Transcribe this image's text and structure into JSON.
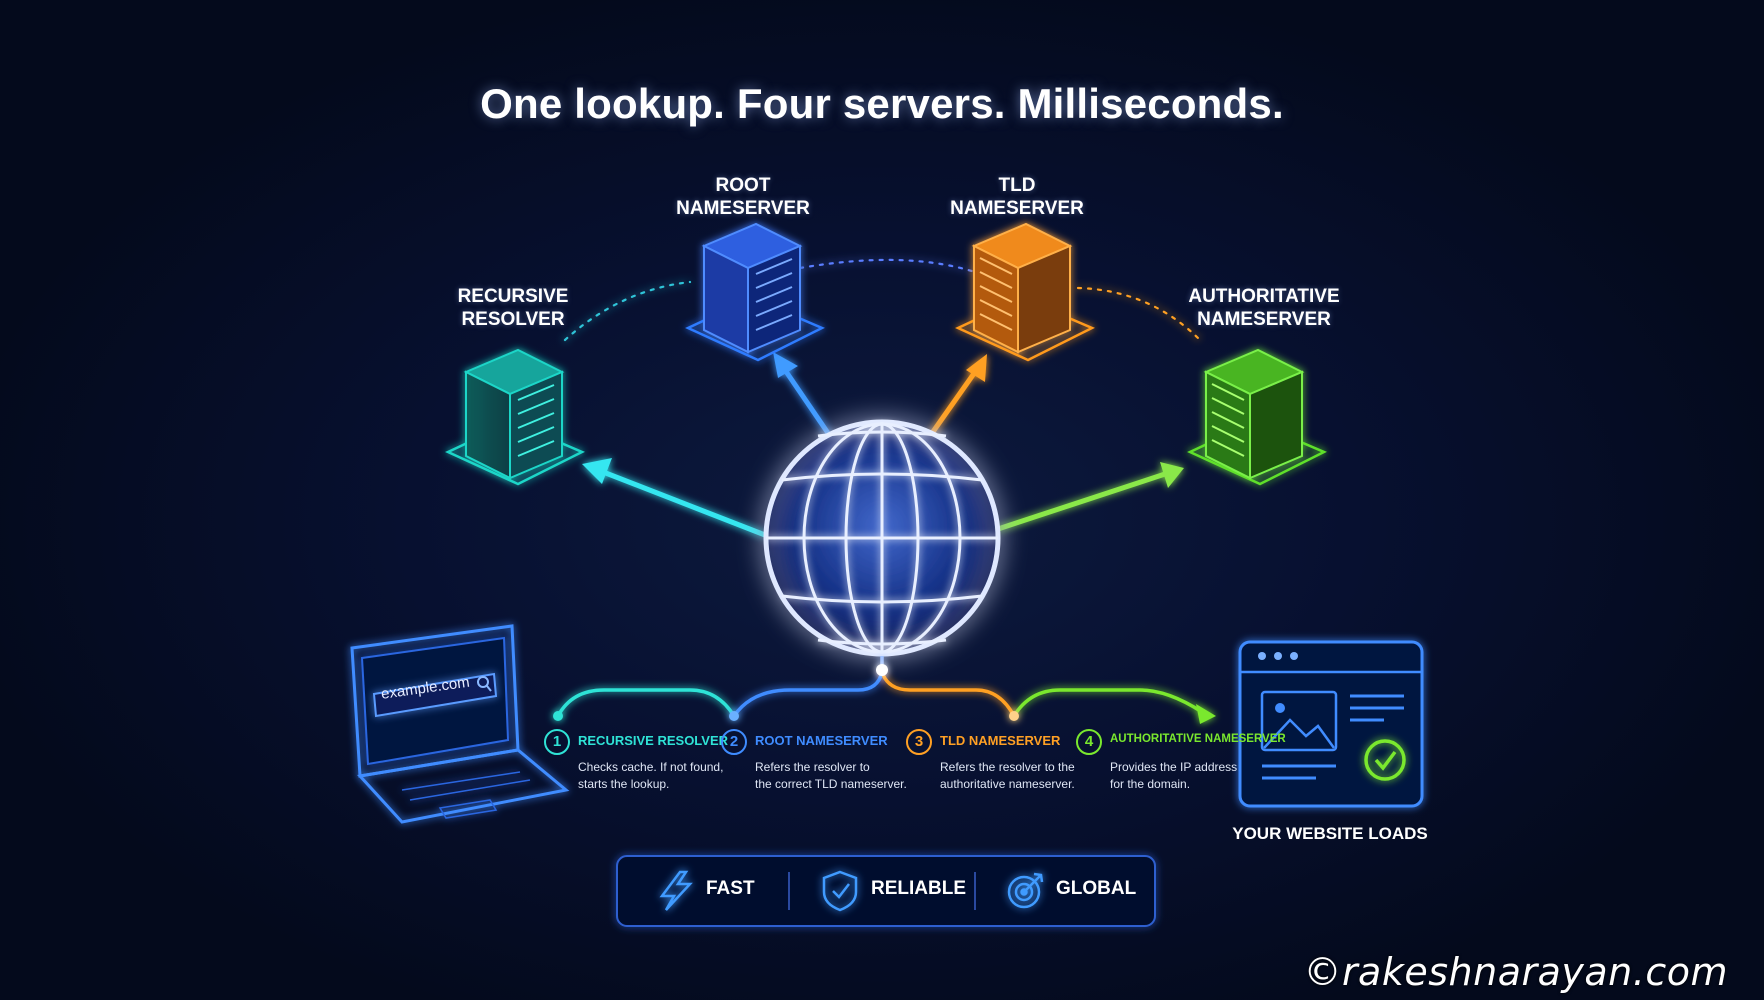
{
  "title": "One lookup. Four servers. Milliseconds.",
  "servers": {
    "recursive": {
      "line1": "RECURSIVE",
      "line2": "RESOLVER",
      "color": "#1fd6c8"
    },
    "root": {
      "line1": "ROOT",
      "line2": "NAMESERVER",
      "color": "#2f7bff"
    },
    "tld": {
      "line1": "TLD",
      "line2": "NAMESERVER",
      "color": "#ff9a1f"
    },
    "authoritative": {
      "line1": "AUTHORITATIVE",
      "line2": "NAMESERVER",
      "color": "#5fe02c"
    }
  },
  "browser_search": {
    "url": "example.com",
    "icon": "search-icon"
  },
  "steps": [
    {
      "number": "1",
      "name": "RECURSIVE RESOLVER",
      "desc_line1": "Checks cache. If not found,",
      "desc_line2": "starts the lookup.",
      "color": "#2fe3d6"
    },
    {
      "number": "2",
      "name": "ROOT NAMESERVER",
      "desc_line1": "Refers the resolver to",
      "desc_line2": "the correct TLD nameserver.",
      "color": "#3f8cff"
    },
    {
      "number": "3",
      "name": "TLD NAMESERVER",
      "desc_line1": "Refers the resolver to the",
      "desc_line2": "authoritative nameserver.",
      "color": "#ffa024"
    },
    {
      "number": "4",
      "name": "AUTHORITATIVE NAMESERVER",
      "desc_line1": "Provides the IP address",
      "desc_line2": "for the domain.",
      "color": "#7ae82e"
    }
  ],
  "result_label": "YOUR WEBSITE LOADS",
  "features": [
    {
      "label": "FAST",
      "icon": "lightning-icon"
    },
    {
      "label": "RELIABLE",
      "icon": "shield-icon"
    },
    {
      "label": "GLOBAL",
      "icon": "target-icon"
    }
  ],
  "watermark": "©rakeshnarayan.com"
}
